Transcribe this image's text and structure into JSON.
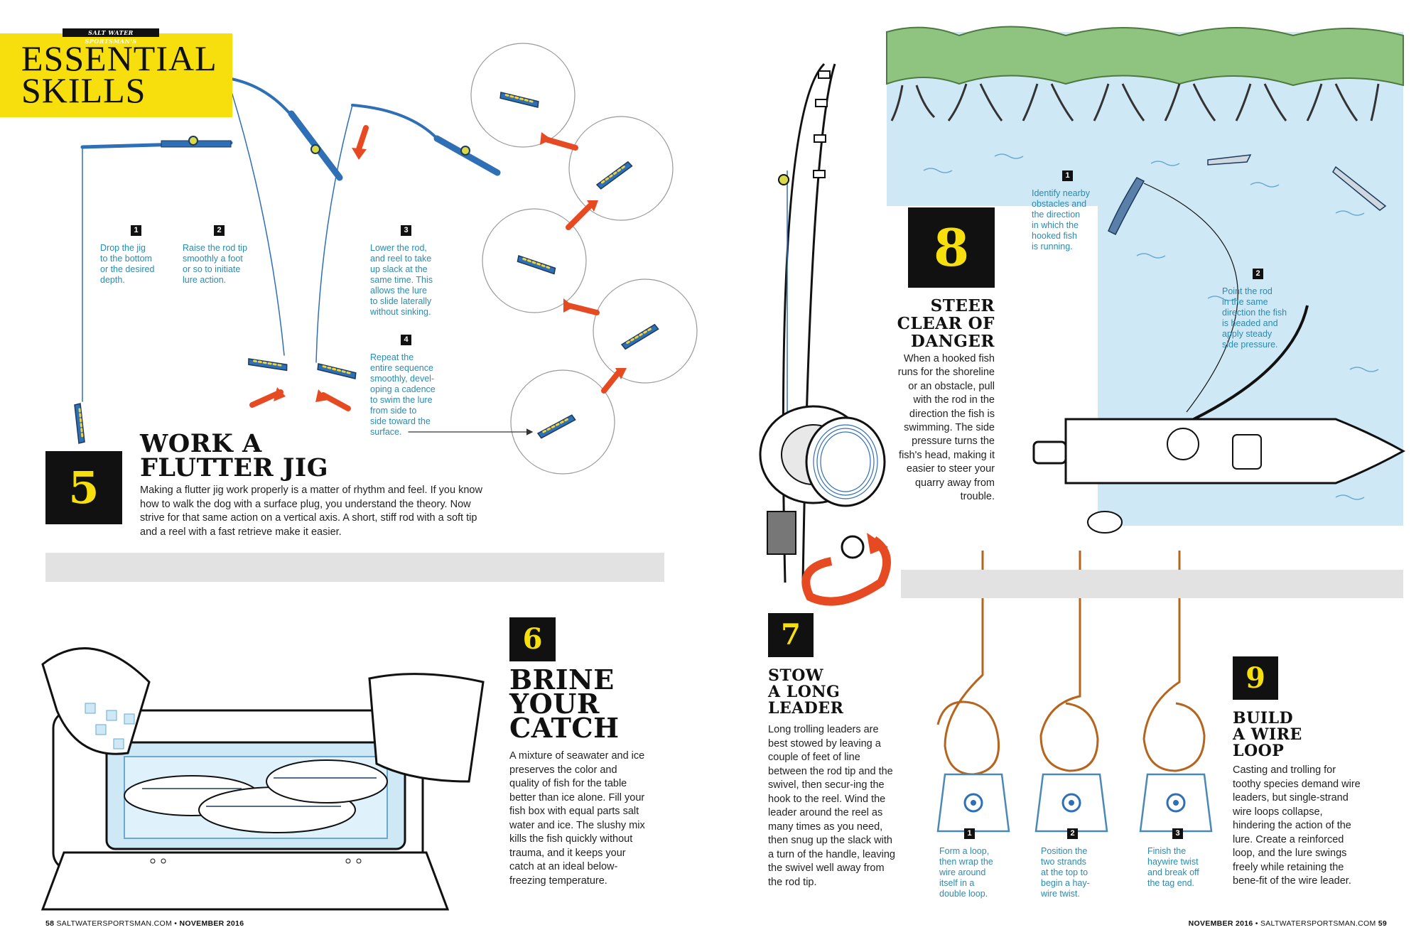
{
  "masthead": {
    "kicker": "SALT WATER SPORTSMAN'S",
    "title": "ESSENTIAL\nSKILLS"
  },
  "skill5": {
    "number": "5",
    "headline": "WORK A\nFLUTTER JIG",
    "body": "Making a flutter jig work properly is a matter of rhythm and feel. If you know how to walk the dog with a surface plug, you understand the theory. Now strive for that same action on a vertical axis. A short, stiff rod with a soft tip and a reel with a fast retrieve make it easier.",
    "steps": [
      {
        "n": "1",
        "text": "Drop the jig\nto the bottom\nor the desired\ndepth."
      },
      {
        "n": "2",
        "text": "Raise the rod tip\nsmoothly a foot\nor so to initiate\nlure action."
      },
      {
        "n": "3",
        "text": "Lower the rod,\nand reel to take\nup slack at the\nsame time. This\nallows the lure\nto slide laterally\nwithout sinking."
      },
      {
        "n": "4",
        "text": "Repeat the\nentire sequence\nsmoothly, devel-\noping a cadence\nto swim the lure\nfrom side to\nside toward the\nsurface."
      }
    ]
  },
  "skill6": {
    "number": "6",
    "headline": "BRINE\nYOUR\nCATCH",
    "body": "A mixture of seawater and ice preserves the color and quality of fish for the table better than ice alone. Fill your fish box with equal parts salt water and ice. The slushy mix kills the fish quickly without trauma, and it keeps your catch at an ideal below-freezing temperature."
  },
  "skill7": {
    "number": "7",
    "headline": "STOW\nA LONG\nLEADER",
    "body": "Long trolling leaders are best stowed by leaving a couple of feet of line between the rod tip and the swivel, then secur-ing the hook to the reel. Wind the leader around the reel as many times as you need, then snug up the slack with a turn of the handle, leaving the swivel well away from the rod tip."
  },
  "skill8": {
    "number": "8",
    "headline": "STEER\nCLEAR OF\nDANGER",
    "body": "When a hooked fish runs for the shoreline or an obstacle, pull with the rod in the direction the fish is swimming. The side pressure turns the fish's head, making it easier to steer your quarry away from trouble.",
    "steps": [
      {
        "n": "1",
        "text": "Identify nearby\nobstacles and\nthe direction\nin which the\nhooked fish\nis running."
      },
      {
        "n": "2",
        "text": "Point the rod\nin the same\ndirection the fish\nis headed and\napply steady\nside pressure."
      }
    ]
  },
  "skill9": {
    "number": "9",
    "headline": "BUILD\nA WIRE\nLOOP",
    "body": "Casting and trolling for toothy species demand wire leaders, but single-strand wire loops collapse, hindering the action of the lure. Create a reinforced loop, and the lure swings freely while retaining the bene-fit of the wire leader.",
    "steps": [
      {
        "n": "1",
        "text": "Form a loop,\nthen wrap the\nwire around\nitself in a\ndouble loop."
      },
      {
        "n": "2",
        "text": "Position the\ntwo strands\nat the top to\nbegin a hay-\nwire twist."
      },
      {
        "n": "3",
        "text": "Finish the\nhaywire twist\nand break off\nthe tag end."
      }
    ]
  },
  "footer": {
    "left_page": "58",
    "left_text": "SALTWATERSPORTSMAN.COM",
    "left_issue": "NOVEMBER 2016",
    "right_issue": "NOVEMBER 2016",
    "right_text": "SALTWATERSPORTSMAN.COM",
    "right_page": "59"
  },
  "colors": {
    "accent_yellow": "#f6df0d",
    "caption_blue": "#2a8bb0",
    "water_blue": "#cfe8f5",
    "arrow_red": "#e64a22",
    "mangrove_green": "#8fc480"
  }
}
